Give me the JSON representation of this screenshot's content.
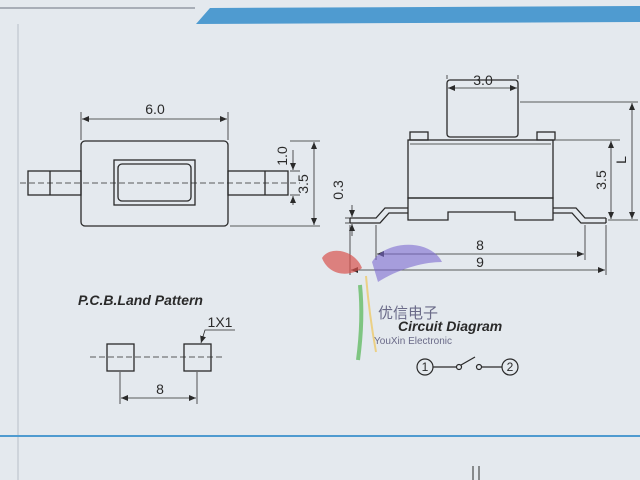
{
  "top_view": {
    "width_label": "6.0",
    "pin_height_label": "1.0",
    "body_height_label": "3.5"
  },
  "side_view": {
    "actuator_width_label": "3.0",
    "body_height_label": "3.5",
    "total_height_label": "L",
    "standoff_label": "0.3",
    "inner_span_label": "8",
    "outer_span_label": "9"
  },
  "land_pattern": {
    "title": "P.C.B.Land Pattern",
    "pad_size_label": "1X1",
    "pitch_label": "8"
  },
  "circuit": {
    "title": "Circuit Diagram",
    "pin1": "1",
    "pin2": "2"
  },
  "watermark": {
    "brand_cn": "优信电子",
    "brand_en": "YouXin Electronic"
  },
  "colors": {
    "background": "#e4e9ee",
    "line": "#2a2a2a",
    "accent_stripe": "#4f9bd0",
    "logo_red": "#d9534f",
    "logo_purple": "#7d6ad0",
    "logo_green": "#5cb85c"
  }
}
